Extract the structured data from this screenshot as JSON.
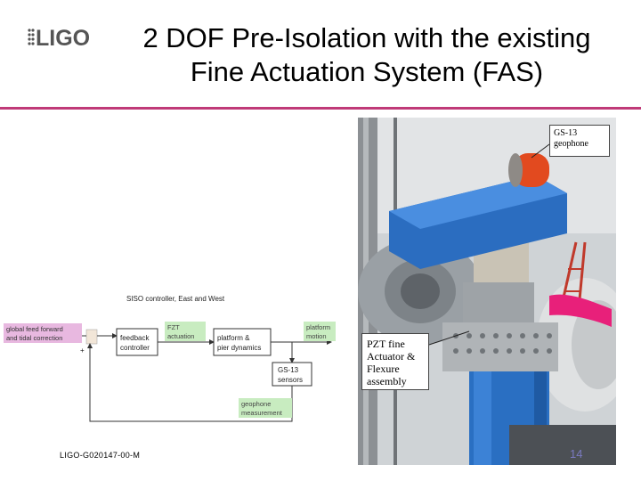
{
  "header": {
    "logo_text": "LIGO",
    "title_line1": "2 DOF Pre-Isolation with the existing",
    "title_line2": "Fine Actuation System (FAS)"
  },
  "diagram": {
    "caption": "SISO controller, East and West",
    "input_line1": "global feed forward",
    "input_line2": "and tidal correction",
    "sum_sign": "+",
    "feedback_line1": "feedback",
    "feedback_line2": "controller",
    "fzt_line1": "FZT",
    "fzt_line2": "actuation",
    "platform_line1": "platform &",
    "platform_line2": "pier dynamics",
    "motion_line1": "platform",
    "motion_line2": "motion",
    "gs13_line1": "GS-13",
    "gs13_line2": "sensors",
    "geo_line1": "geophone",
    "geo_line2": "measurement"
  },
  "photo": {
    "gs13_label_line1": "GS-13",
    "gs13_label_line2": "geophone",
    "pzt_label_line1": "PZT fine",
    "pzt_label_line2": "Actuator &",
    "pzt_label_line3": "Flexure",
    "pzt_label_line4": "assembly"
  },
  "footer": {
    "doc_id": "LIGO-G020147-00-M",
    "page_number": "14"
  },
  "colors": {
    "accent_rule": "#c03a78",
    "label_green": "#c8ecc0",
    "label_pink": "#e8b8e0",
    "sum_block": "#f2e6d8"
  }
}
